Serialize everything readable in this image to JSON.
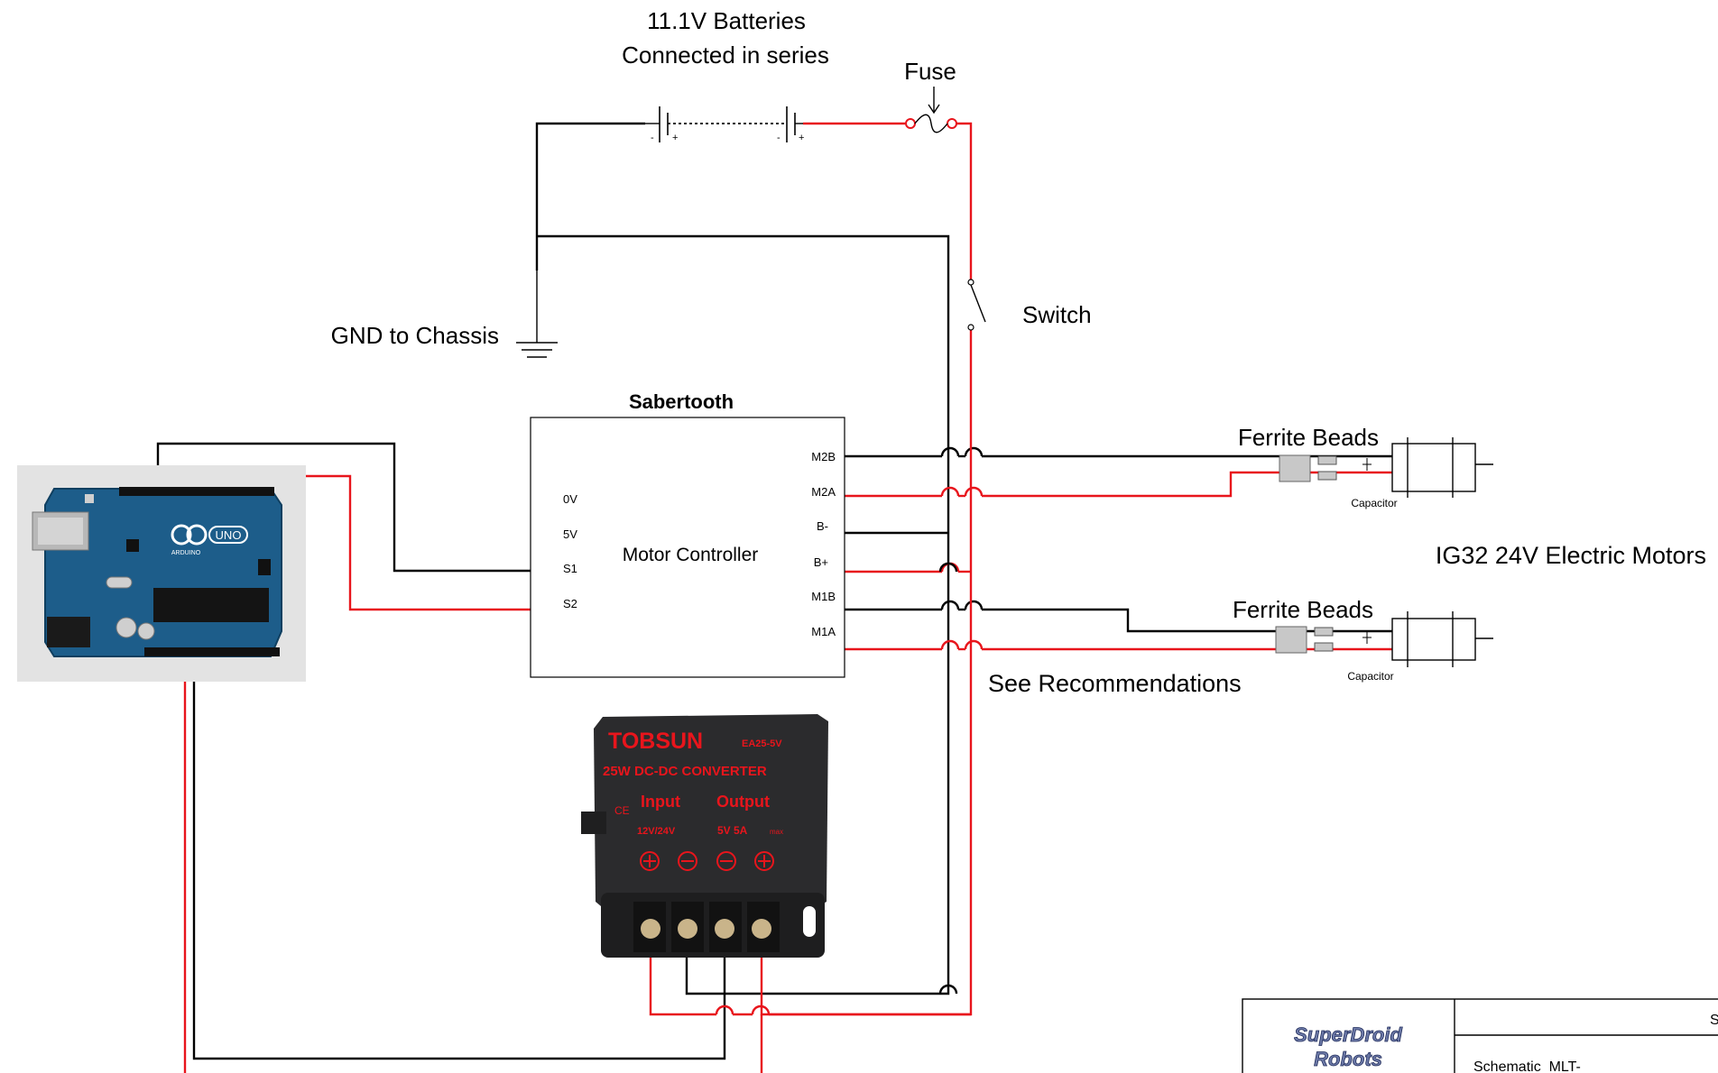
{
  "labels": {
    "batteries_line1": "11.1V Batteries",
    "batteries_line2": "Connected in series",
    "fuse": "Fuse",
    "switch": "Switch",
    "gnd": "GND to Chassis",
    "sabertooth": "Sabertooth",
    "motor_controller": "Motor Controller",
    "ferrite_top": "Ferrite Beads",
    "ferrite_bottom": "Ferrite Beads",
    "capacitor_top": "Capacitor",
    "capacitor_bottom": "Capacitor",
    "motors": "IG32 24V Electric Motors",
    "recommendations": "See Recommendations"
  },
  "controller_pins_left": [
    "0V",
    "5V",
    "S1",
    "S2"
  ],
  "controller_pins_right": [
    "M2B",
    "M2A",
    "B-",
    "B+",
    "M1B",
    "M1A"
  ],
  "battery_signs": {
    "minus": "-",
    "plus": "+"
  },
  "arduino": {
    "brand": "UNO",
    "sub": "ARDUINO"
  },
  "converter": {
    "brand": "TOBSUN",
    "model": "EA25-5V",
    "title": "25W DC-DC CONVERTER",
    "input": "Input",
    "output": "Output",
    "input_v": "12V/24V",
    "output_v": "5V 5A",
    "output_max": "max",
    "ce": "CE"
  },
  "title_block": {
    "logo_line1": "SuperDroid",
    "logo_line2": "Robots",
    "schematic": "Schematic_MLT-",
    "corner": "S"
  },
  "colors": {
    "wire_positive": "#e8151c",
    "wire_negative": "#000000",
    "pcb": "#1d5d8a",
    "converter": "#2b2b2d"
  }
}
